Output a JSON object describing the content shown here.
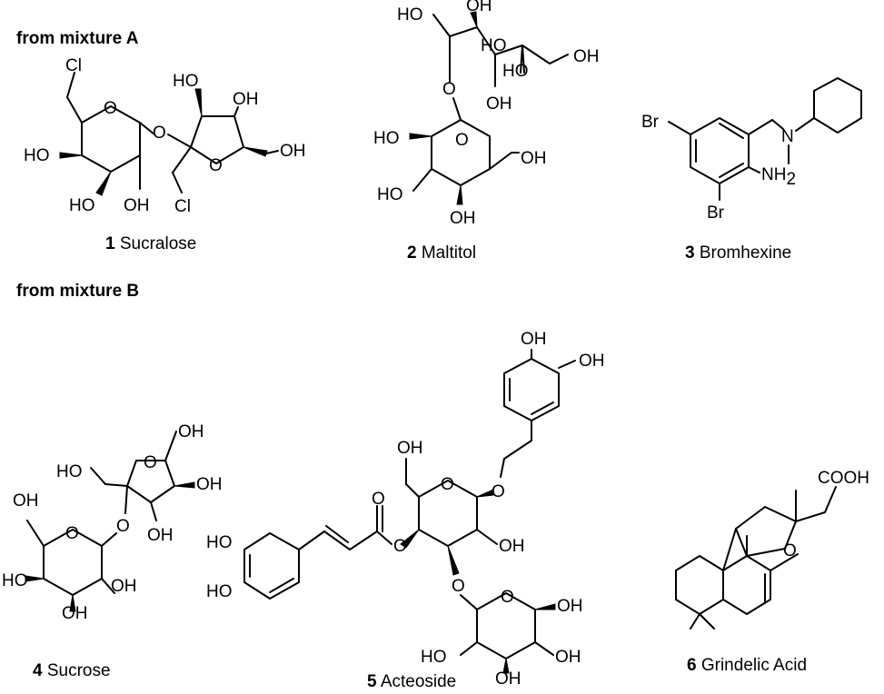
{
  "headings": {
    "mixture_a": "from mixture A",
    "mixture_b": "from mixture B"
  },
  "compounds": [
    {
      "number": "1",
      "name": "Sucralose"
    },
    {
      "number": "2",
      "name": "Maltitol"
    },
    {
      "number": "3",
      "name": "Bromhexine"
    },
    {
      "number": "4",
      "name": "Sucrose"
    },
    {
      "number": "5",
      "name": "Acteoside"
    },
    {
      "number": "6",
      "name": "Grindelic Acid"
    }
  ],
  "atom_labels": {
    "oh": "OH",
    "ho": "HO",
    "o": "O",
    "cl": "Cl",
    "br": "Br",
    "n": "N",
    "nh2": "NH",
    "nh2_sub": "2",
    "cooh": "COOH"
  }
}
